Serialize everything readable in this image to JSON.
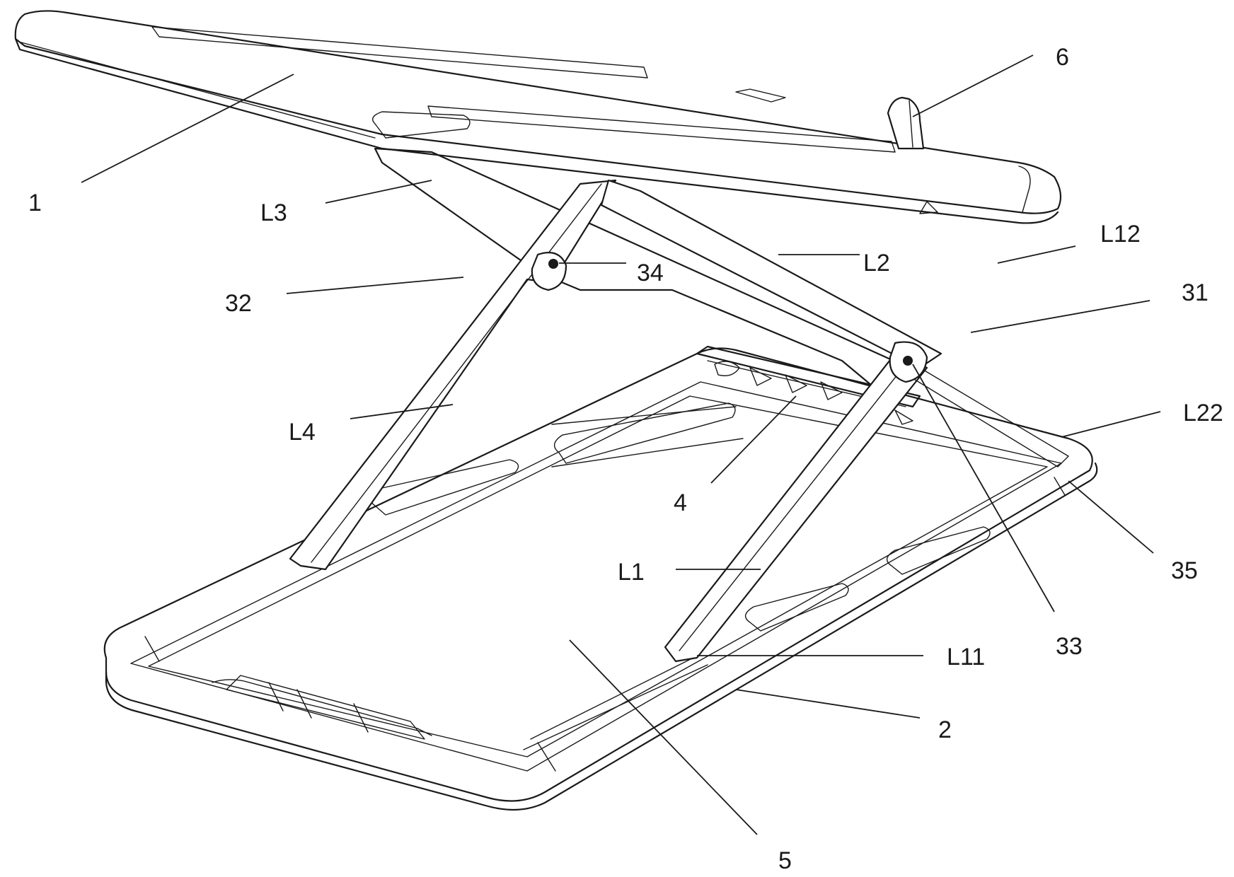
{
  "labels": {
    "l1": "1",
    "l2": "2",
    "l4": "4",
    "l5": "5",
    "l6": "6",
    "l31": "31",
    "l32": "32",
    "l33": "33",
    "l34": "34",
    "l35": "35",
    "lL1": "L1",
    "lL2": "L2",
    "lL3": "L3",
    "lL4": "L4",
    "lL11": "L11",
    "lL12": "L12",
    "lL22": "L22"
  }
}
